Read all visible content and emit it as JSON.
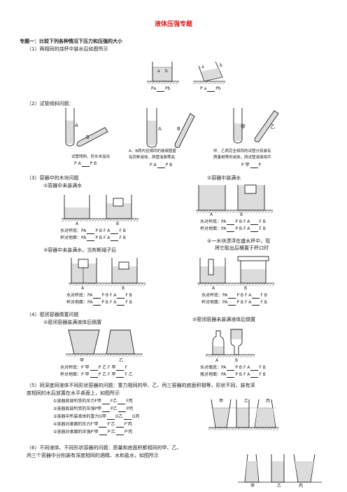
{
  "title": "液体压强专题",
  "topic1": "专题一：比较下列各种情况下压力和压强的大小",
  "q1": {
    "text": "（1）两相同的烧杯中装水后如图所示",
    "label_a": "a",
    "label_b": "b",
    "cmp1": [
      "Pa",
      "Pb"
    ],
    "cmp2": [
      "P a",
      "Pb"
    ]
  },
  "q2": {
    "text": "（2）试管倾斜问题：",
    "fig1_a": "A",
    "fig1_b": "B",
    "fig1_caption": "试管倾斜，但水未溢出",
    "fig1_cmp": [
      "P A",
      "P B"
    ],
    "fig2_a": "A",
    "fig2_b": "B",
    "fig2_caption1": "A、B两内径相同的玻璃管盛",
    "fig2_caption2": "有同种液体，两管液面等高",
    "fig2_cmp": [
      "P A",
      "P B"
    ],
    "fig3_a": "甲",
    "fig3_b": "乙",
    "fig3_caption1": "甲、乙两完全相同的试管分别装有",
    "fig3_caption2": "质量相等的液体，两试管液面相平",
    "fig3_cmp": [
      "P 甲",
      "P"
    ]
  },
  "q3": {
    "text": "（3）容器中的木块问题",
    "s1": "①容器中未装满水",
    "s2": "②容器中装满水",
    "s3": "③容器中未装满水，当剪断绳子后",
    "s4": "④一木块漂浮在盛水杯中，现",
    "s4b": "将它取出后横置于杯口时",
    "A": "A",
    "B": "B",
    "row_water": "水对杯底：",
    "row_cup": "杯对地面：",
    "row_water2": "水对杯底：",
    "row_cup2": "杯对地面：",
    "pA": "PA",
    "pB": "P B",
    "fA": "F A",
    "fB": "F B"
  },
  "q4": {
    "text": "（4）密闭容器倒置问题",
    "s1": "①密闭容器装满液体后倒置",
    "s2": "②密闭容器未装满液体后倒置",
    "jia": "甲",
    "yi": "乙",
    "row1": "水对杯底：",
    "row2": "杯对地面：",
    "row3": "水对瓶底：",
    "row4": "瓶对地面：",
    "A": "A",
    "B": "B",
    "p_jia": "P 甲",
    "p_yi": "P 乙",
    "f_jia": "F 甲",
    "f": "F",
    "f_yi": "F 乙",
    "pA": "PA",
    "pB": "P B",
    "fA": "F A",
    "fB": "F B"
  },
  "q5": {
    "text1": "（5）同深度同液体不同形状容器的问题：重力相同的甲、乙、丙三容器的底面积相等，形状不同，装有深",
    "text2": "度相同的水后放置在水平桌面上，如图所示",
    "items": [
      {
        "label": "①容器底部所受的压力F甲",
        "mid": "F乙",
        "end": "F丙"
      },
      {
        "label": "②容器底部所受的压强P甲",
        "mid": "P乙",
        "end": "P丙"
      },
      {
        "label": "③容器中所装液体的重力G甲",
        "mid": "G乙",
        "end": "G丙"
      },
      {
        "label": "④容器对桌面的压力F'甲",
        "mid": "F'乙",
        "end": "F'丙"
      },
      {
        "label": "⑤容器对桌面的压强P'甲",
        "mid": "P'乙",
        "end": "P'丙"
      }
    ],
    "jia": "甲",
    "yi": "乙",
    "bing": "丙"
  },
  "q6": {
    "text1": "（6）不同液体、不同形状容器的问题：质量和底面积都相同的甲、乙、",
    "text2": "丙三个容器中分别装有深度相同的酒精、水和盐水，如图所示",
    "jia": "甲",
    "yi": "乙",
    "bing": "丙"
  }
}
